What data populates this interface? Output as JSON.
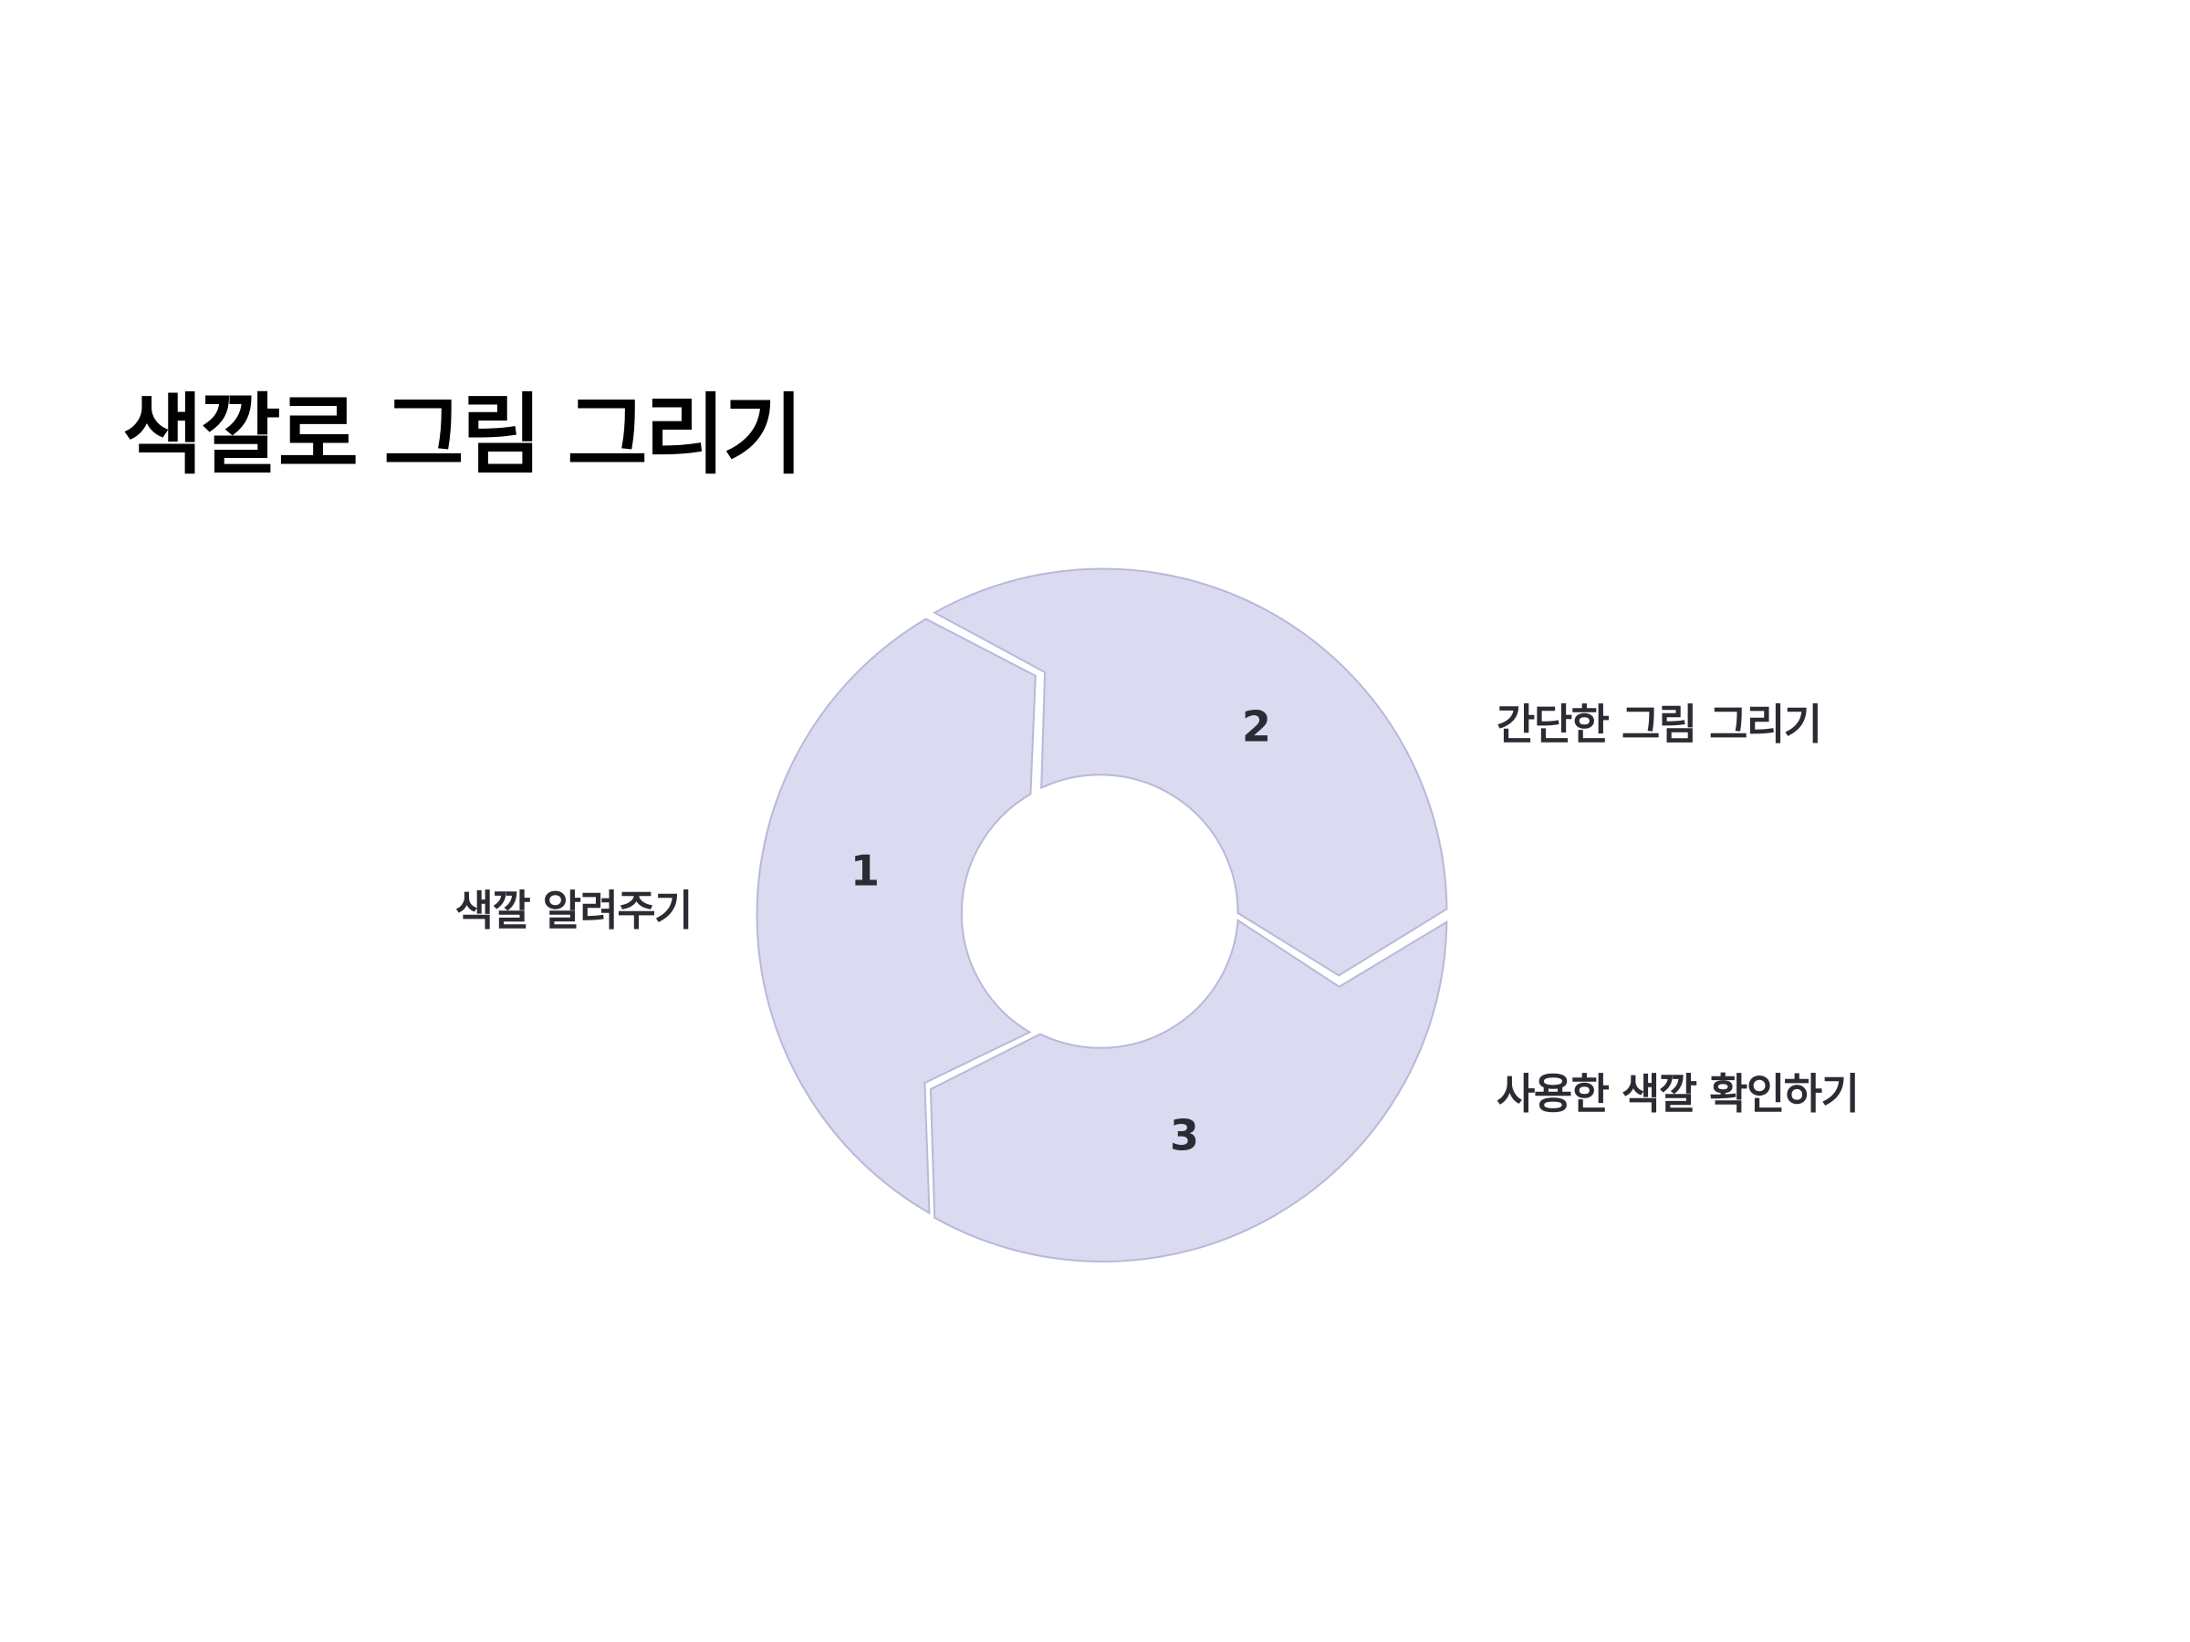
{
  "title": "색깔로 그림 그리기",
  "colors": {
    "segment_fill": "#DADAF0",
    "segment_stroke": "#B9B8DA",
    "label_text": "#2B2B33",
    "number_text": "#2B2B33"
  },
  "steps": [
    {
      "number": "1",
      "label": "색깔 알려주기"
    },
    {
      "number": "2",
      "label": "간단한 그림 그리기"
    },
    {
      "number": "3",
      "label": "사용한 색깔 확인하기"
    }
  ]
}
